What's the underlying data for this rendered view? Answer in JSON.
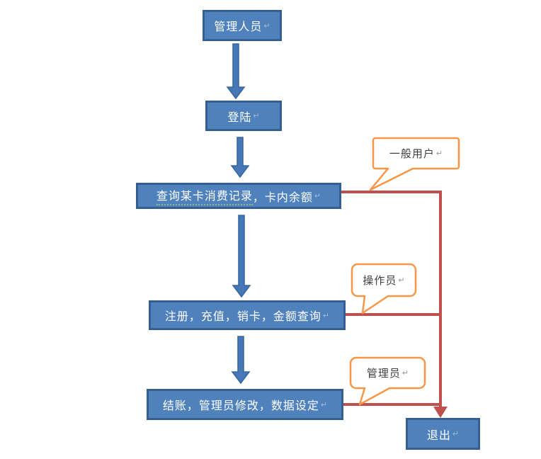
{
  "flowchart": {
    "nodes": [
      {
        "id": "admin",
        "label": "管理人员"
      },
      {
        "id": "login",
        "label": "登陆"
      },
      {
        "id": "query",
        "label_underlined": "查询某卡消费记录",
        "label_rest": "，卡内余额"
      },
      {
        "id": "ops",
        "label": "注册，充值，销卡，金额查询"
      },
      {
        "id": "settle",
        "label": "结账，管理员修改，数据设定"
      },
      {
        "id": "exit",
        "label": "退出"
      }
    ],
    "callouts": [
      {
        "id": "general-user",
        "label": "一般用户"
      },
      {
        "id": "operator",
        "label": "操作员"
      },
      {
        "id": "manager",
        "label": "管理员"
      }
    ],
    "paragraph_mark": "↵",
    "colors": {
      "node_fill": "#4f81bd",
      "node_border": "#365f91",
      "node_text": "#ffffff",
      "arrow_fill": "#4677b6",
      "arrow_border": "#37669e",
      "connector_red": "#c0504d",
      "callout_border": "#f79646",
      "callout_fill": "#ffffff",
      "callout_text": "#3f3f3f",
      "spellcheck_underline": "#8db58d"
    }
  }
}
